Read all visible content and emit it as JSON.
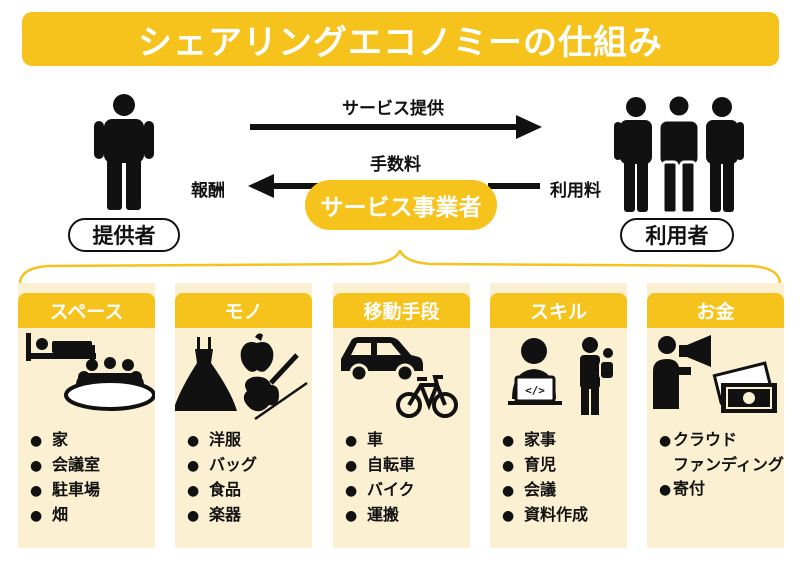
{
  "title": "シェアリングエコノミーの仕組み",
  "provider": {
    "label": "提供者",
    "icon": "person-icon"
  },
  "user": {
    "label": "利用者",
    "icon": "group-of-people-icon"
  },
  "flows": {
    "service_provision": "サービス提供",
    "commission": "手数料",
    "reward": "報酬",
    "usage_fee": "利用料"
  },
  "operator": "サービス事業者",
  "categories": [
    {
      "name": "スペース",
      "icons": [
        "bed-icon",
        "meeting-room-icon"
      ],
      "items": [
        "家",
        "会議室",
        "駐車場",
        "畑"
      ]
    },
    {
      "name": "モノ",
      "icons": [
        "dress-icon",
        "apple-icon",
        "violin-icon"
      ],
      "items": [
        "洋服",
        "バッグ",
        "食品",
        "楽器"
      ]
    },
    {
      "name": "移動手段",
      "icons": [
        "car-icon",
        "bicycle-icon"
      ],
      "items": [
        "車",
        "自転車",
        "バイク",
        "運搬"
      ]
    },
    {
      "name": "スキル",
      "icons": [
        "laptop-worker-icon",
        "parent-with-child-icon"
      ],
      "items": [
        "家事",
        "育児",
        "会議",
        "資料作成"
      ]
    },
    {
      "name": "お金",
      "icons": [
        "megaphone-person-icon",
        "cash-icon"
      ],
      "items": [
        "クラウド",
        "ファンディング",
        "寄付"
      ]
    }
  ],
  "colors": {
    "accent": "#f6c21c",
    "card_background": "#fbf0d2",
    "ink": "#111111"
  }
}
